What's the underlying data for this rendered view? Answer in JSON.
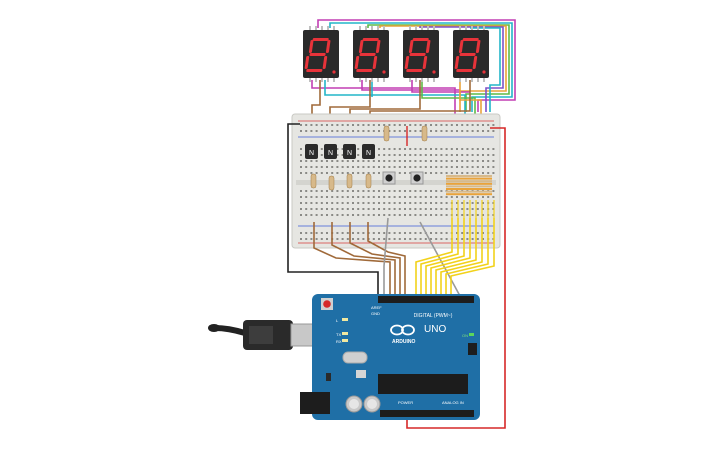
{
  "displays": [
    {
      "digit": "8",
      "segment_color": "#e8333a"
    },
    {
      "digit": "8",
      "segment_color": "#e8333a"
    },
    {
      "digit": "8",
      "segment_color": "#e8333a"
    },
    {
      "digit": "8",
      "segment_color": "#e8333a"
    }
  ],
  "transistors": [
    {
      "label": "N"
    },
    {
      "label": "N"
    },
    {
      "label": "N"
    },
    {
      "label": "N"
    }
  ],
  "arduino": {
    "brand": "ARDUINO",
    "model": "UNO",
    "digital_label": "DIGITAL (PWM~)",
    "power_label": "POWER",
    "analog_label": "ANALOG IN",
    "on_label": "ON",
    "tx_label": "TX",
    "rx_label": "RX",
    "l_label": "L",
    "aref_label": "AREF",
    "gnd_label": "GND"
  },
  "colors": {
    "board_blue": "#1f6fa6",
    "breadboard": "#e6e6e2",
    "rail_red": "#d73a3a",
    "rail_blue": "#3a5ad7",
    "wire_brown": "#a06a3a",
    "wire_yellow": "#f2d21b",
    "wire_red": "#d62828",
    "wire_black": "#222222",
    "wire_gray": "#9a9a9a",
    "wire_magenta": "#c23fb4",
    "wire_cyan": "#22b6c8",
    "wire_green": "#5fba47",
    "wire_purple": "#7e52c8",
    "wire_orange": "#e9a33b"
  }
}
